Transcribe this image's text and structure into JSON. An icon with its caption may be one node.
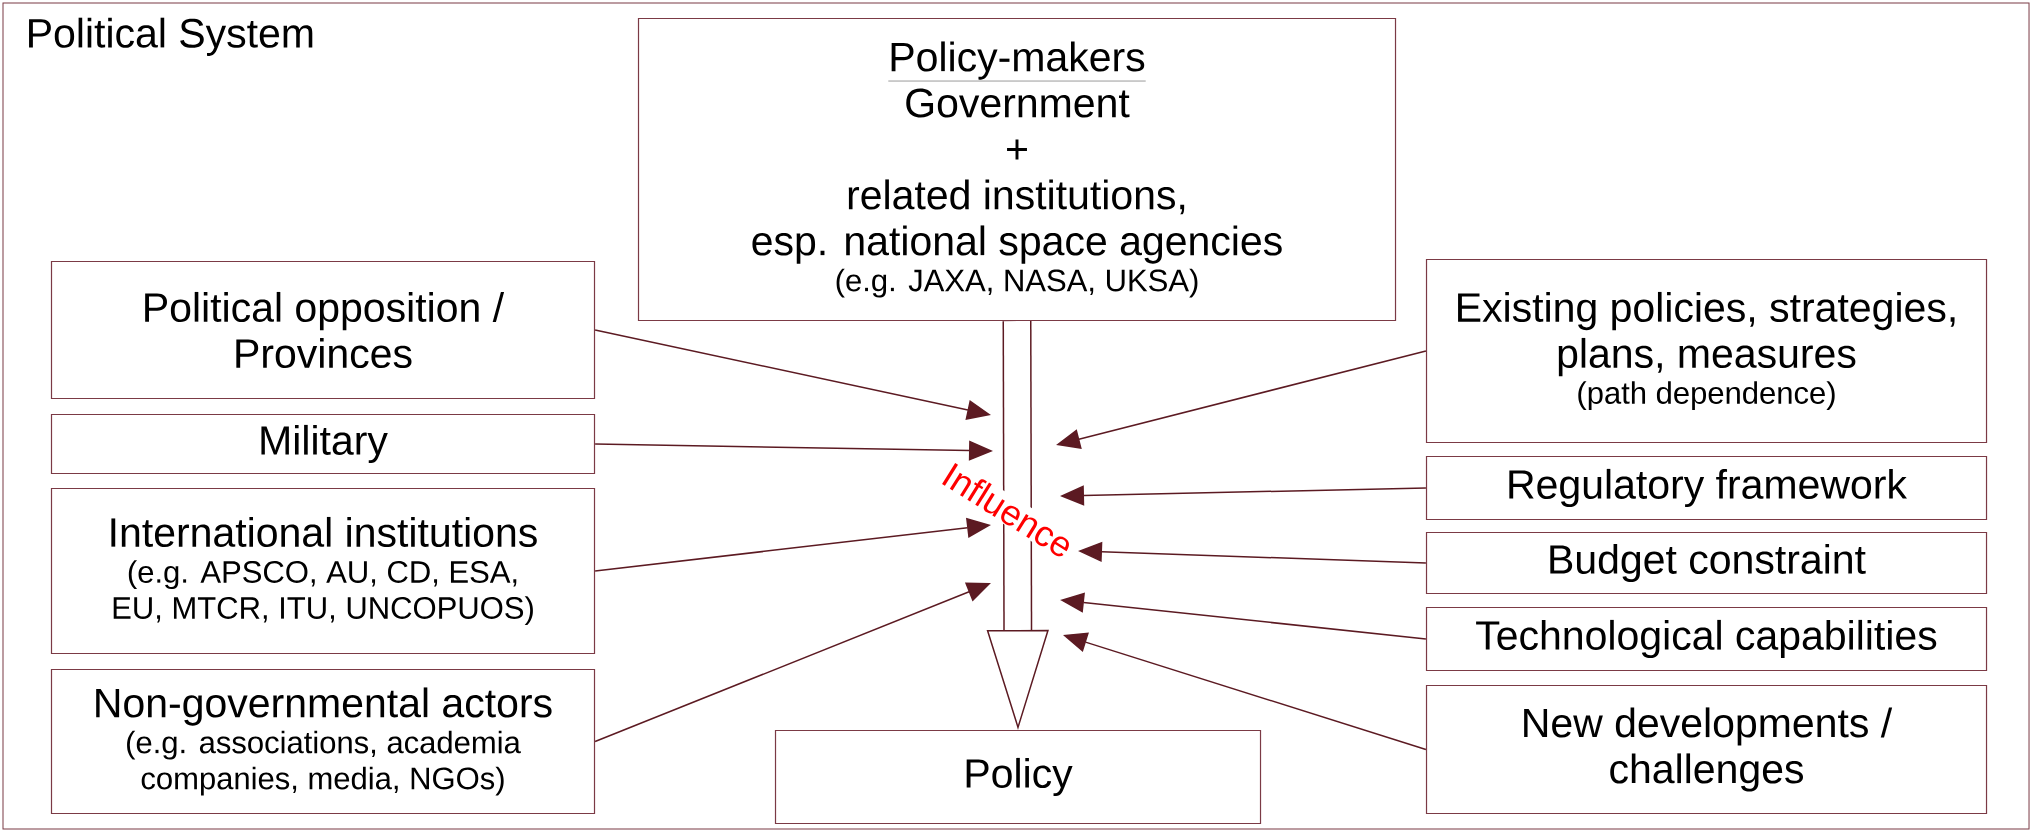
{
  "diagram": {
    "nodes": [
      {
        "text": [
          "Political System"
        ]
      },
      {
        "text": [
          "Policy-makers",
          "Government",
          "+",
          "related institutions,",
          "esp. national space agencies",
          "(e.g. JAXA, NASA, UKSA)"
        ],
        "in": 0
      },
      {
        "text": [
          "Policy"
        ],
        "in": 0
      },
      {
        "text": [
          "Political opposition / Provinces"
        ],
        "in": 0
      },
      {
        "text": [
          "Military"
        ],
        "in": 0
      },
      {
        "text": [
          "International institutions",
          "(e.g. APSCO, AU, CD, ESA, EU, MTCR, ITU, UNCOPUOS)"
        ],
        "in": 0
      },
      {
        "text": [
          "Non-governmental actors",
          "(e.g. associations, academia companies, media, NGOs)"
        ],
        "in": 0
      },
      {
        "text": [
          "Existing policies, strategies, plans, measures",
          "(path dependence)"
        ],
        "in": 0
      },
      {
        "text": [
          "Regulatory framework"
        ],
        "in": 0
      },
      {
        "text": [
          "Budget constraint"
        ],
        "in": 0
      },
      {
        "text": [
          "Technological capabilities"
        ],
        "in": 0
      },
      {
        "text": [
          "New developments / challenges"
        ],
        "in": 0
      }
    ],
    "edges": [
      {
        "from": 1,
        "to": 2,
        "arrow": "to",
        "label": "Influence",
        "style": "thick"
      },
      {
        "from": 3,
        "to": null,
        "arrow": "to"
      },
      {
        "from": 4,
        "to": null,
        "arrow": "to"
      },
      {
        "from": 5,
        "to": null,
        "arrow": "to"
      },
      {
        "from": 6,
        "to": null,
        "arrow": "to"
      },
      {
        "from": 7,
        "to": null,
        "arrow": "to"
      },
      {
        "from": 8,
        "to": null,
        "arrow": "to"
      },
      {
        "from": 9,
        "to": null,
        "arrow": "to"
      },
      {
        "from": 10,
        "to": null,
        "arrow": "to"
      },
      {
        "from": 11,
        "to": null,
        "arrow": "to"
      }
    ]
  }
}
